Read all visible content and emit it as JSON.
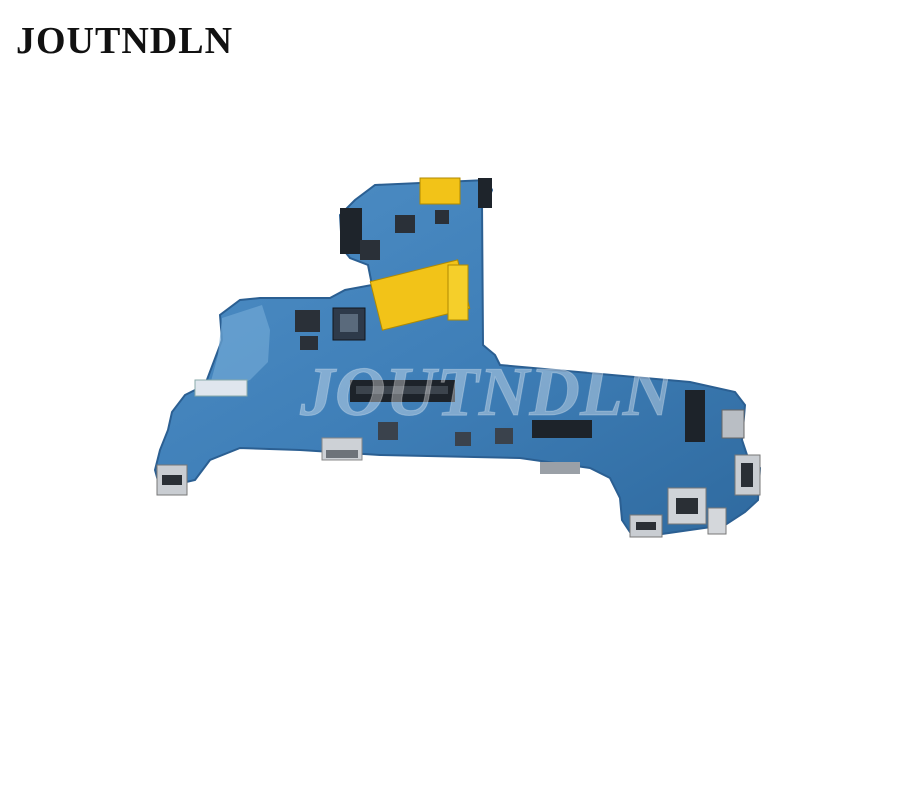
{
  "brand": {
    "name": "JOUTNDLN"
  },
  "watermark": {
    "text": "JOUTNDLN"
  },
  "colors": {
    "background": "#ffffff",
    "pcb": "#3f7fb8",
    "pcb_dark": "#2b5f92",
    "sticker": "#f2c318",
    "metal": "#c9cdd2",
    "chip": "#2e3a4a"
  },
  "photo": {
    "subject": "laptop-motherboard"
  }
}
